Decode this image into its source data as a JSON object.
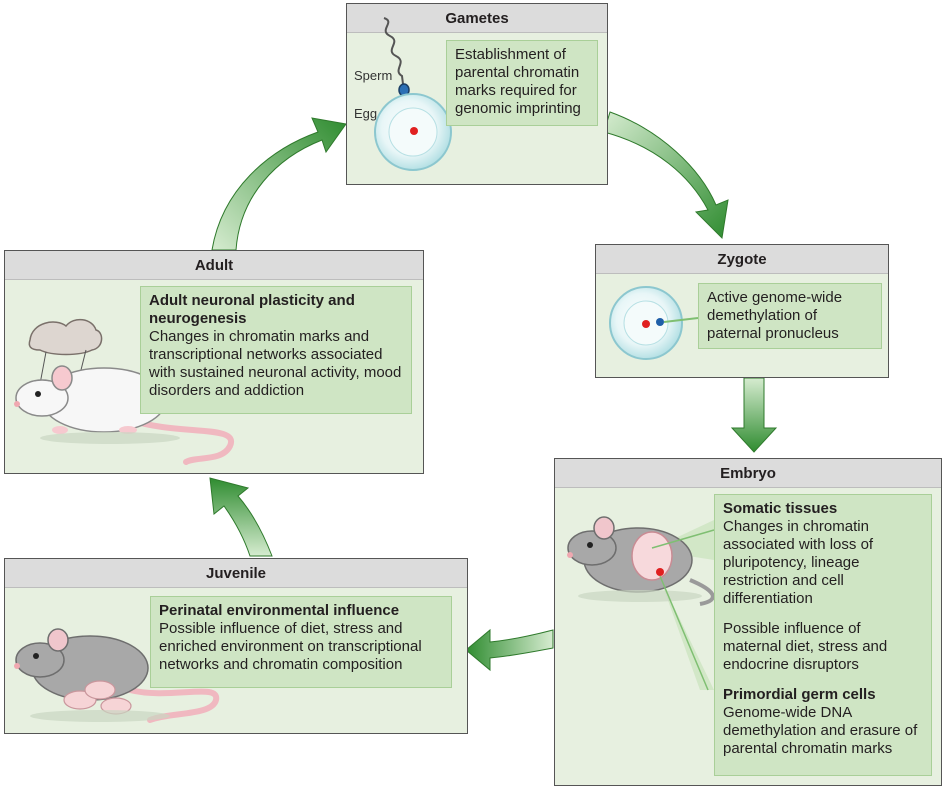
{
  "gametes": {
    "title": "Gametes",
    "sperm_label": "Sperm",
    "egg_label": "Egg",
    "note": "Establishment of parental chromatin marks required for genomic imprinting"
  },
  "zygote": {
    "title": "Zygote",
    "note": "Active genome-wide demethylation of paternal pronucleus"
  },
  "embryo": {
    "title": "Embryo",
    "somatic_heading": "Somatic tissues",
    "somatic_text": "Changes in chromatin associated with loss of pluripotency, lineage restriction and cell differentiation",
    "maternal_text": "Possible influence of maternal diet, stress and endocrine disruptors",
    "germ_heading": "Primordial germ cells",
    "germ_text": "Genome-wide DNA demethylation and erasure of parental chromatin marks"
  },
  "juvenile": {
    "title": "Juvenile",
    "heading": "Perinatal environmental influence",
    "text": "Possible influence of diet, stress and enriched environment on transcriptional networks and chromatin composition"
  },
  "adult": {
    "title": "Adult",
    "heading": "Adult neuronal plasticity and neurogenesis",
    "text": "Changes in chromatin marks and transcriptional networks associated with sustained neuronal activity, mood disorders and addiction"
  },
  "colors": {
    "panel_bg": "#e7f0e0",
    "title_bar": "#dcdcdc",
    "note_bg": "#cfe5c4",
    "arrow_green": "#3f9a3c",
    "nucleus_red": "#e02020",
    "pronucleus_blue": "#1f5fa8"
  }
}
